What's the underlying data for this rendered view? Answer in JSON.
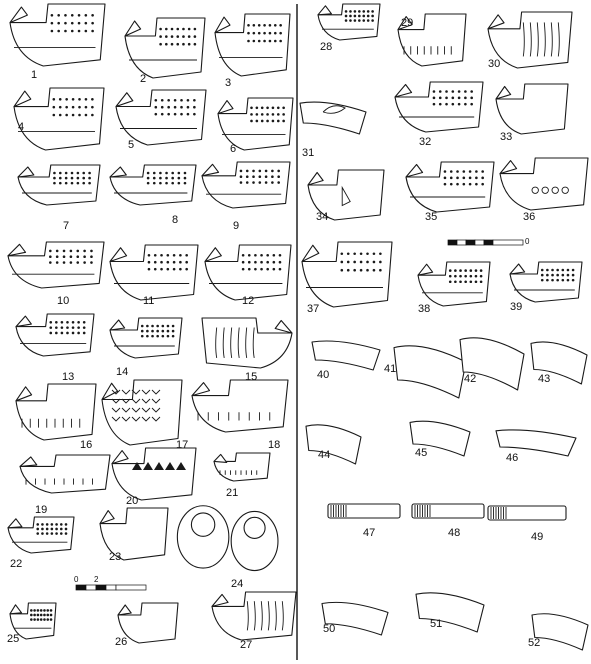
{
  "figures": [
    {
      "n": "1"
    },
    {
      "n": "2"
    },
    {
      "n": "3"
    },
    {
      "n": "4"
    },
    {
      "n": "5"
    },
    {
      "n": "6"
    },
    {
      "n": "7"
    },
    {
      "n": "8"
    },
    {
      "n": "9"
    },
    {
      "n": "10"
    },
    {
      "n": "11"
    },
    {
      "n": "12"
    },
    {
      "n": "13"
    },
    {
      "n": "14"
    },
    {
      "n": "15"
    },
    {
      "n": "16"
    },
    {
      "n": "17"
    },
    {
      "n": "18"
    },
    {
      "n": "19"
    },
    {
      "n": "20"
    },
    {
      "n": "21"
    },
    {
      "n": "22"
    },
    {
      "n": "23"
    },
    {
      "n": "24"
    },
    {
      "n": "25"
    },
    {
      "n": "26"
    },
    {
      "n": "27"
    },
    {
      "n": "28"
    },
    {
      "n": "29"
    },
    {
      "n": "30"
    },
    {
      "n": "31"
    },
    {
      "n": "32"
    },
    {
      "n": "33"
    },
    {
      "n": "34"
    },
    {
      "n": "35"
    },
    {
      "n": "36"
    },
    {
      "n": "37"
    },
    {
      "n": "38"
    },
    {
      "n": "39"
    },
    {
      "n": "40"
    },
    {
      "n": "41"
    },
    {
      "n": "42"
    },
    {
      "n": "43"
    },
    {
      "n": "44"
    },
    {
      "n": "45"
    },
    {
      "n": "46"
    },
    {
      "n": "47"
    },
    {
      "n": "48"
    },
    {
      "n": "49"
    },
    {
      "n": "50"
    },
    {
      "n": "51"
    },
    {
      "n": "52"
    }
  ],
  "scale_bars": [
    {
      "labels": [
        "0",
        "2"
      ]
    },
    {
      "labels": [
        "0"
      ]
    }
  ]
}
